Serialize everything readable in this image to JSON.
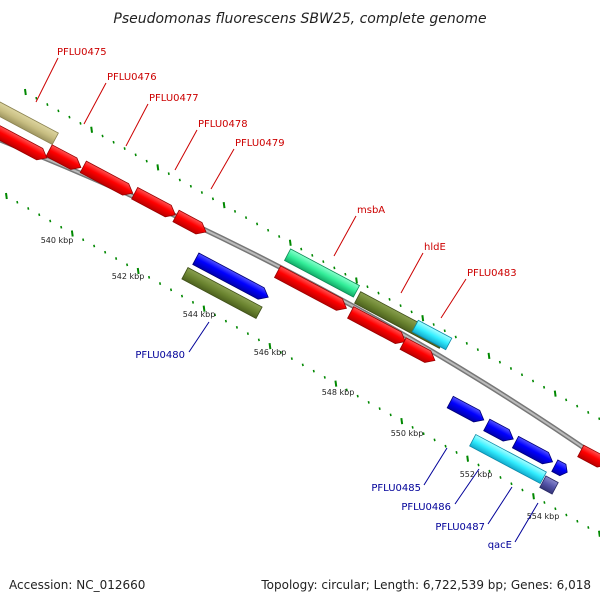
{
  "title": "Pseudomonas fluorescens SBW25, complete genome",
  "accession": "Accession: NC_012660",
  "topology": "Topology: circular; Length: 6,722,539 bp; Genes: 6,018",
  "colors": {
    "label_forward": "#cc0000",
    "label_reverse": "#000099",
    "ticks": "#008800",
    "backbone": "#999999"
  },
  "ticks": [
    "540 kbp",
    "542 kbp",
    "544 kbp",
    "546 kbp",
    "548 kbp",
    "550 kbp",
    "552 kbp",
    "554 kbp"
  ],
  "genes_forward": [
    {
      "name": "PFLU0475"
    },
    {
      "name": "PFLU0476"
    },
    {
      "name": "PFLU0477"
    },
    {
      "name": "PFLU0478"
    },
    {
      "name": "PFLU0479"
    },
    {
      "name": "msbA"
    },
    {
      "name": "hldE"
    },
    {
      "name": "PFLU0483"
    }
  ],
  "genes_reverse": [
    {
      "name": "PFLU0480"
    },
    {
      "name": "PFLU0485"
    },
    {
      "name": "PFLU0486"
    },
    {
      "name": "PFLU0487"
    },
    {
      "name": "qacE"
    }
  ]
}
